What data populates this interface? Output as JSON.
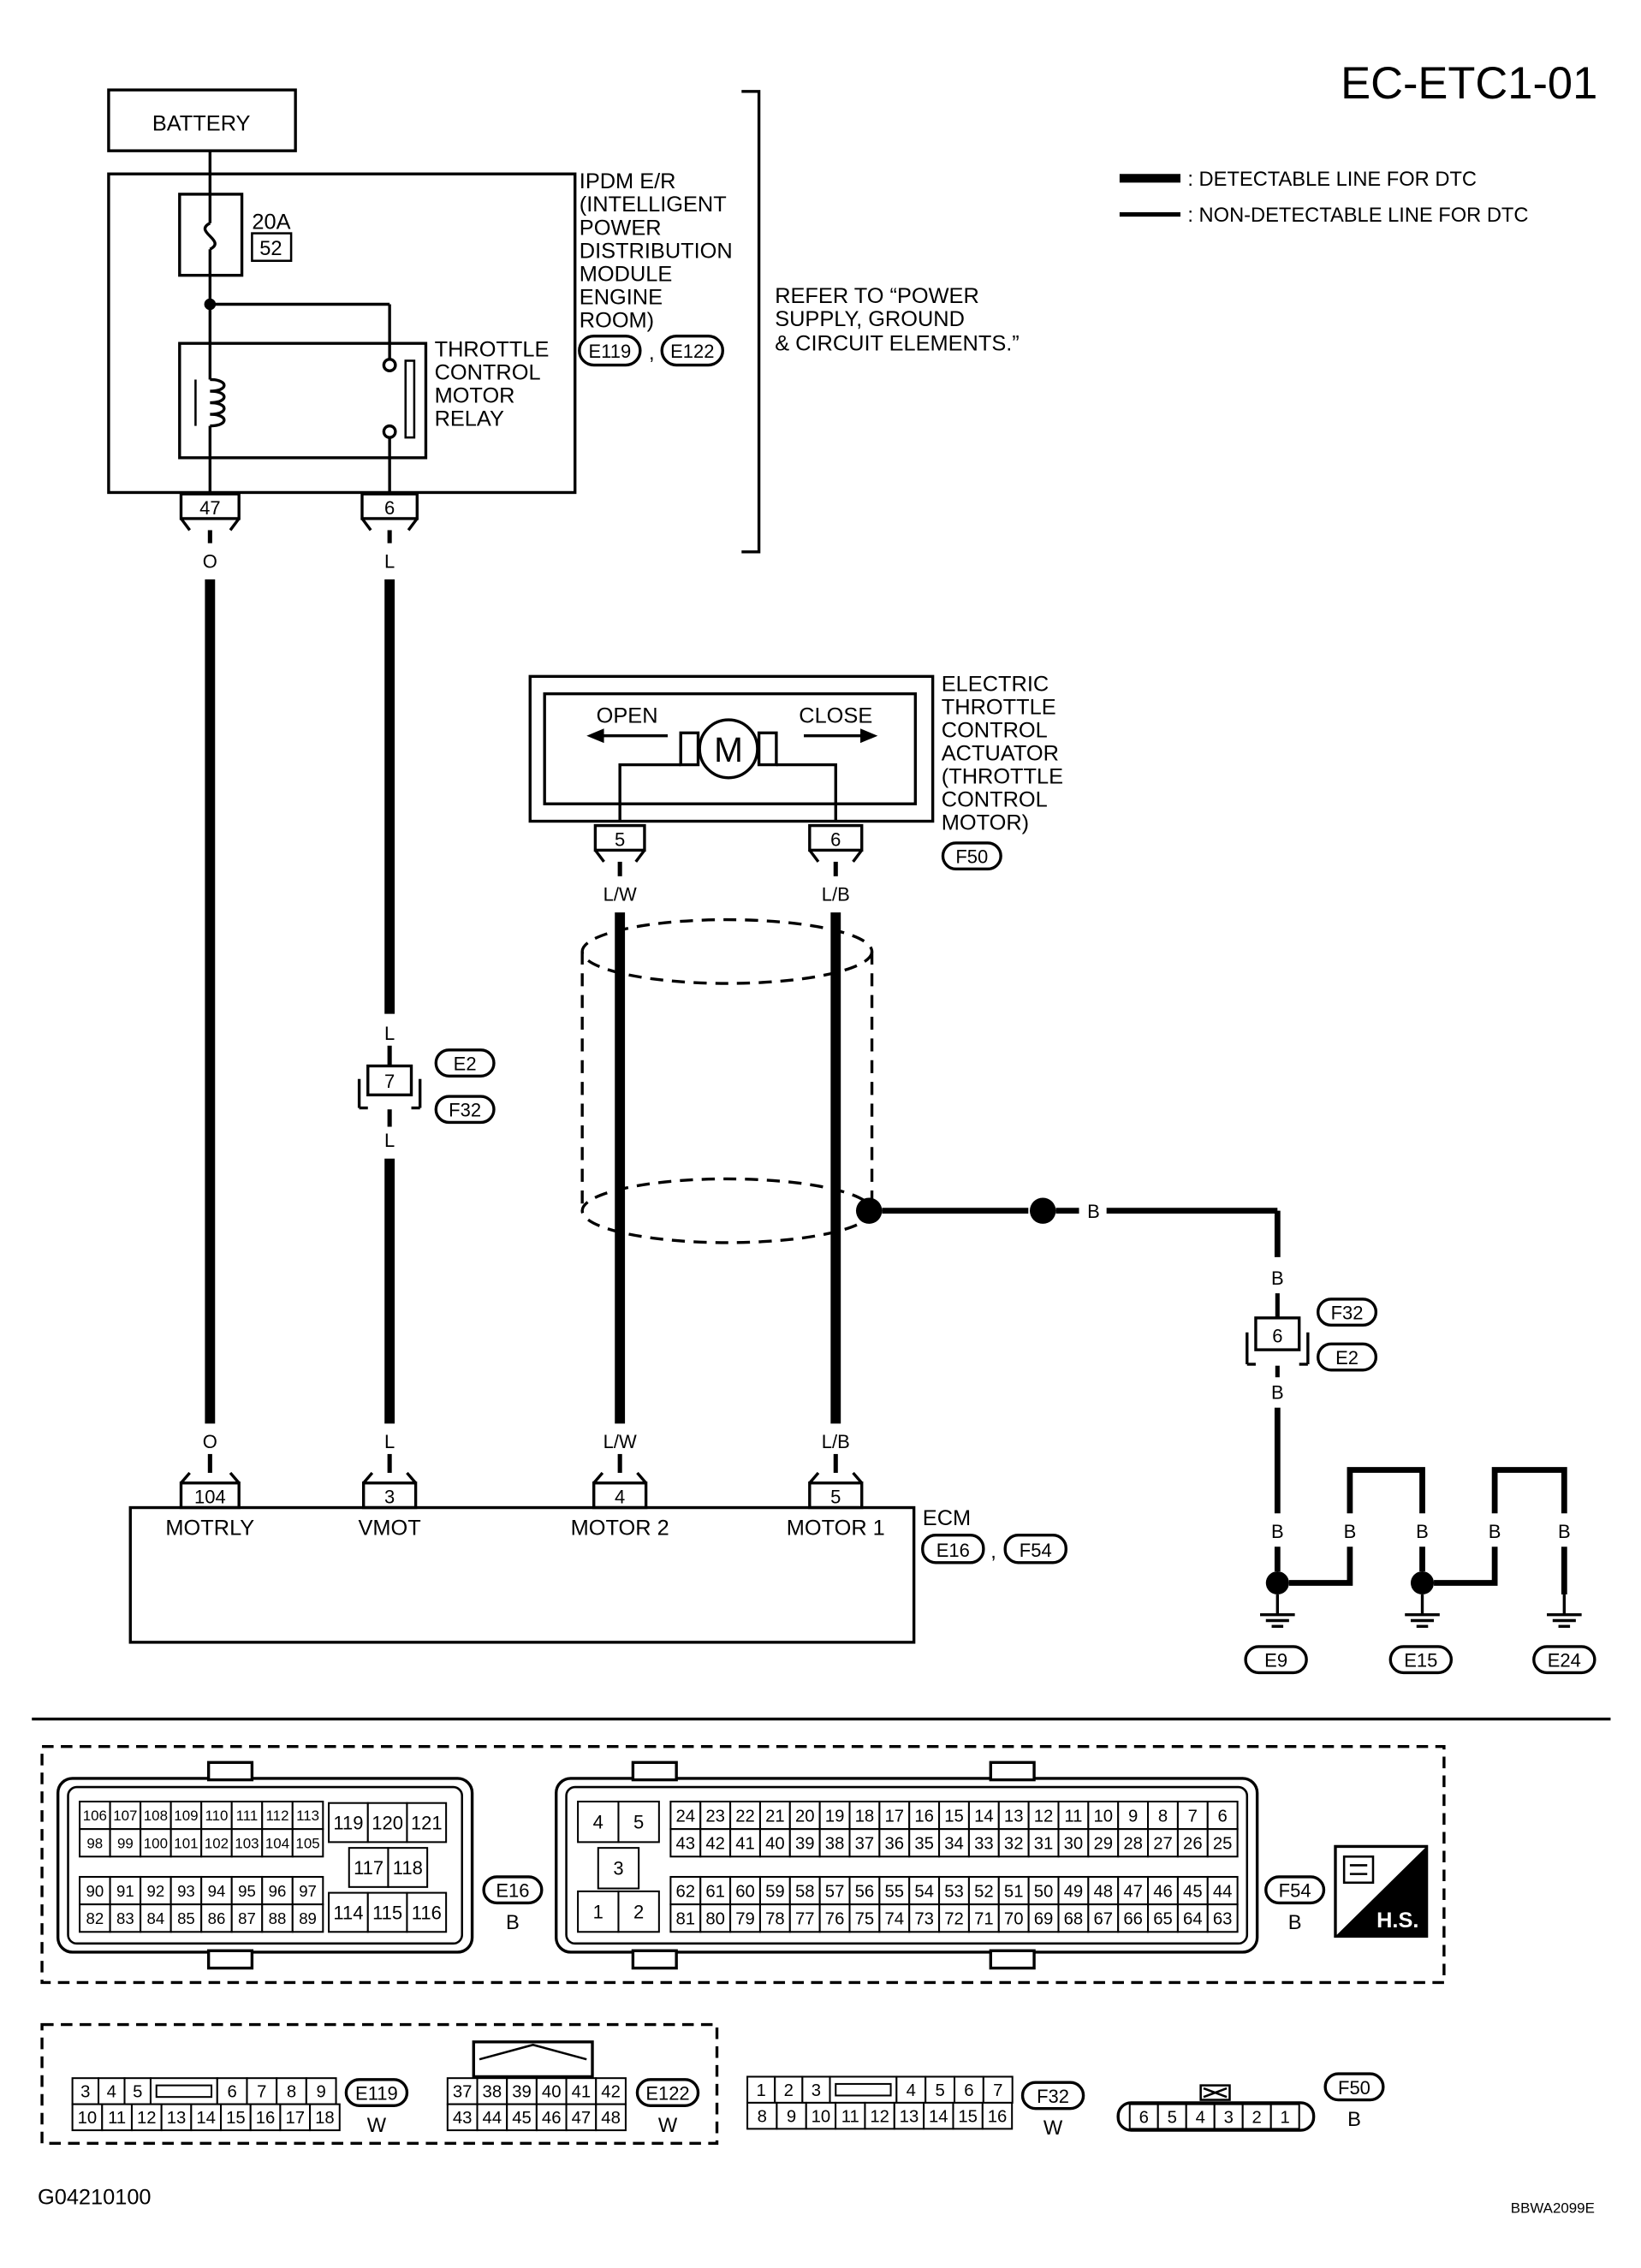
{
  "page_title": "EC-ETC1-01",
  "legend": {
    "detectable": ": DETECTABLE LINE FOR DTC",
    "non_detectable": ": NON-DETECTABLE LINE FOR DTC"
  },
  "battery": "BATTERY",
  "fuse": {
    "rating": "20A",
    "number": "52"
  },
  "ipdm": {
    "lines": [
      "IPDM E/R",
      "(INTELLIGENT",
      "POWER",
      "DISTRIBUTION",
      "MODULE",
      "ENGINE",
      "ROOM)"
    ],
    "conn_a": "E119",
    "sep": ",",
    "conn_b": "E122"
  },
  "relay": {
    "lines": [
      "THROTTLE",
      "CONTROL",
      "MOTOR",
      "RELAY"
    ]
  },
  "refer_note": [
    "REFER TO “POWER",
    "SUPPLY, GROUND",
    "& CIRCUIT ELEMENTS.”"
  ],
  "ipdm_pins": {
    "p47": "47",
    "p6": "6"
  },
  "wires": {
    "o": "O",
    "l": "L",
    "lw": "L/W",
    "lb": "L/B",
    "b": "B"
  },
  "actuator": {
    "lines": [
      "ELECTRIC",
      "THROTTLE",
      "CONTROL",
      "ACTUATOR",
      "(THROTTLE",
      "CONTROL",
      "MOTOR)"
    ],
    "open": "OPEN",
    "close": "CLOSE",
    "motor": "M",
    "pin5": "5",
    "pin6": "6",
    "connector": "F50"
  },
  "jc_e2_f32": {
    "pin": "7",
    "conn_a": "E2",
    "conn_b": "F32"
  },
  "jc_f32_e2": {
    "pin": "6",
    "conn_a": "F32",
    "conn_b": "E2"
  },
  "ecm": {
    "label": "ECM",
    "conn_a": "E16",
    "sep": ",",
    "conn_b": "F54",
    "pins": [
      {
        "num": "104",
        "name": "MOTRLY"
      },
      {
        "num": "3",
        "name": "VMOT"
      },
      {
        "num": "4",
        "name": "MOTOR 2"
      },
      {
        "num": "5",
        "name": "MOTOR 1"
      }
    ]
  },
  "grounds": [
    "E9",
    "E15",
    "E24"
  ],
  "e16": {
    "top_row1": [
      "106",
      "107",
      "108",
      "109",
      "110",
      "111",
      "112",
      "113"
    ],
    "top_row2": [
      "98",
      "99",
      "100",
      "101",
      "102",
      "103",
      "104",
      "105"
    ],
    "bot_row1": [
      "90",
      "91",
      "92",
      "93",
      "94",
      "95",
      "96",
      "97"
    ],
    "bot_row2": [
      "82",
      "83",
      "84",
      "85",
      "86",
      "87",
      "88",
      "89"
    ],
    "mid_top": [
      "119",
      "120",
      "121"
    ],
    "mid_mid": [
      "117",
      "118"
    ],
    "mid_bot": [
      "114",
      "115",
      "116"
    ],
    "label": "E16",
    "color": "B"
  },
  "f54": {
    "small": [
      "4",
      "5",
      "3",
      "1",
      "2"
    ],
    "row1": [
      "24",
      "23",
      "22",
      "21",
      "20",
      "19",
      "18",
      "17",
      "16",
      "15",
      "14",
      "13",
      "12",
      "11",
      "10",
      "9",
      "8",
      "7",
      "6"
    ],
    "row2": [
      "43",
      "42",
      "41",
      "40",
      "39",
      "38",
      "37",
      "36",
      "35",
      "34",
      "33",
      "32",
      "31",
      "30",
      "29",
      "28",
      "27",
      "26",
      "25"
    ],
    "row3": [
      "62",
      "61",
      "60",
      "59",
      "58",
      "57",
      "56",
      "55",
      "54",
      "53",
      "52",
      "51",
      "50",
      "49",
      "48",
      "47",
      "46",
      "45",
      "44"
    ],
    "row4": [
      "81",
      "80",
      "79",
      "78",
      "77",
      "76",
      "75",
      "74",
      "73",
      "72",
      "71",
      "70",
      "69",
      "68",
      "67",
      "66",
      "65",
      "64",
      "63"
    ],
    "label": "F54",
    "color": "B"
  },
  "hs_badge": "H.S.",
  "e119": {
    "row1": [
      "3",
      "4",
      "5",
      "",
      "6",
      "7",
      "8",
      "9"
    ],
    "row2": [
      "10",
      "11",
      "12",
      "13",
      "14",
      "15",
      "16",
      "17",
      "18"
    ],
    "label": "E119",
    "color": "W"
  },
  "e122": {
    "row1": [
      "37",
      "38",
      "39",
      "40",
      "41",
      "42"
    ],
    "row2": [
      "43",
      "44",
      "45",
      "46",
      "47",
      "48"
    ],
    "label": "E122",
    "color": "W"
  },
  "f32": {
    "row1": [
      "1",
      "2",
      "3",
      "",
      "4",
      "5",
      "6",
      "7"
    ],
    "row2": [
      "8",
      "9",
      "10",
      "11",
      "12",
      "13",
      "14",
      "15",
      "16"
    ],
    "label": "F32",
    "color": "W"
  },
  "f50": {
    "row": [
      "6",
      "5",
      "4",
      "3",
      "2",
      "1"
    ],
    "label": "F50",
    "color": "B"
  },
  "footer_left": "G04210100",
  "footer_right": "BBWA2099E"
}
